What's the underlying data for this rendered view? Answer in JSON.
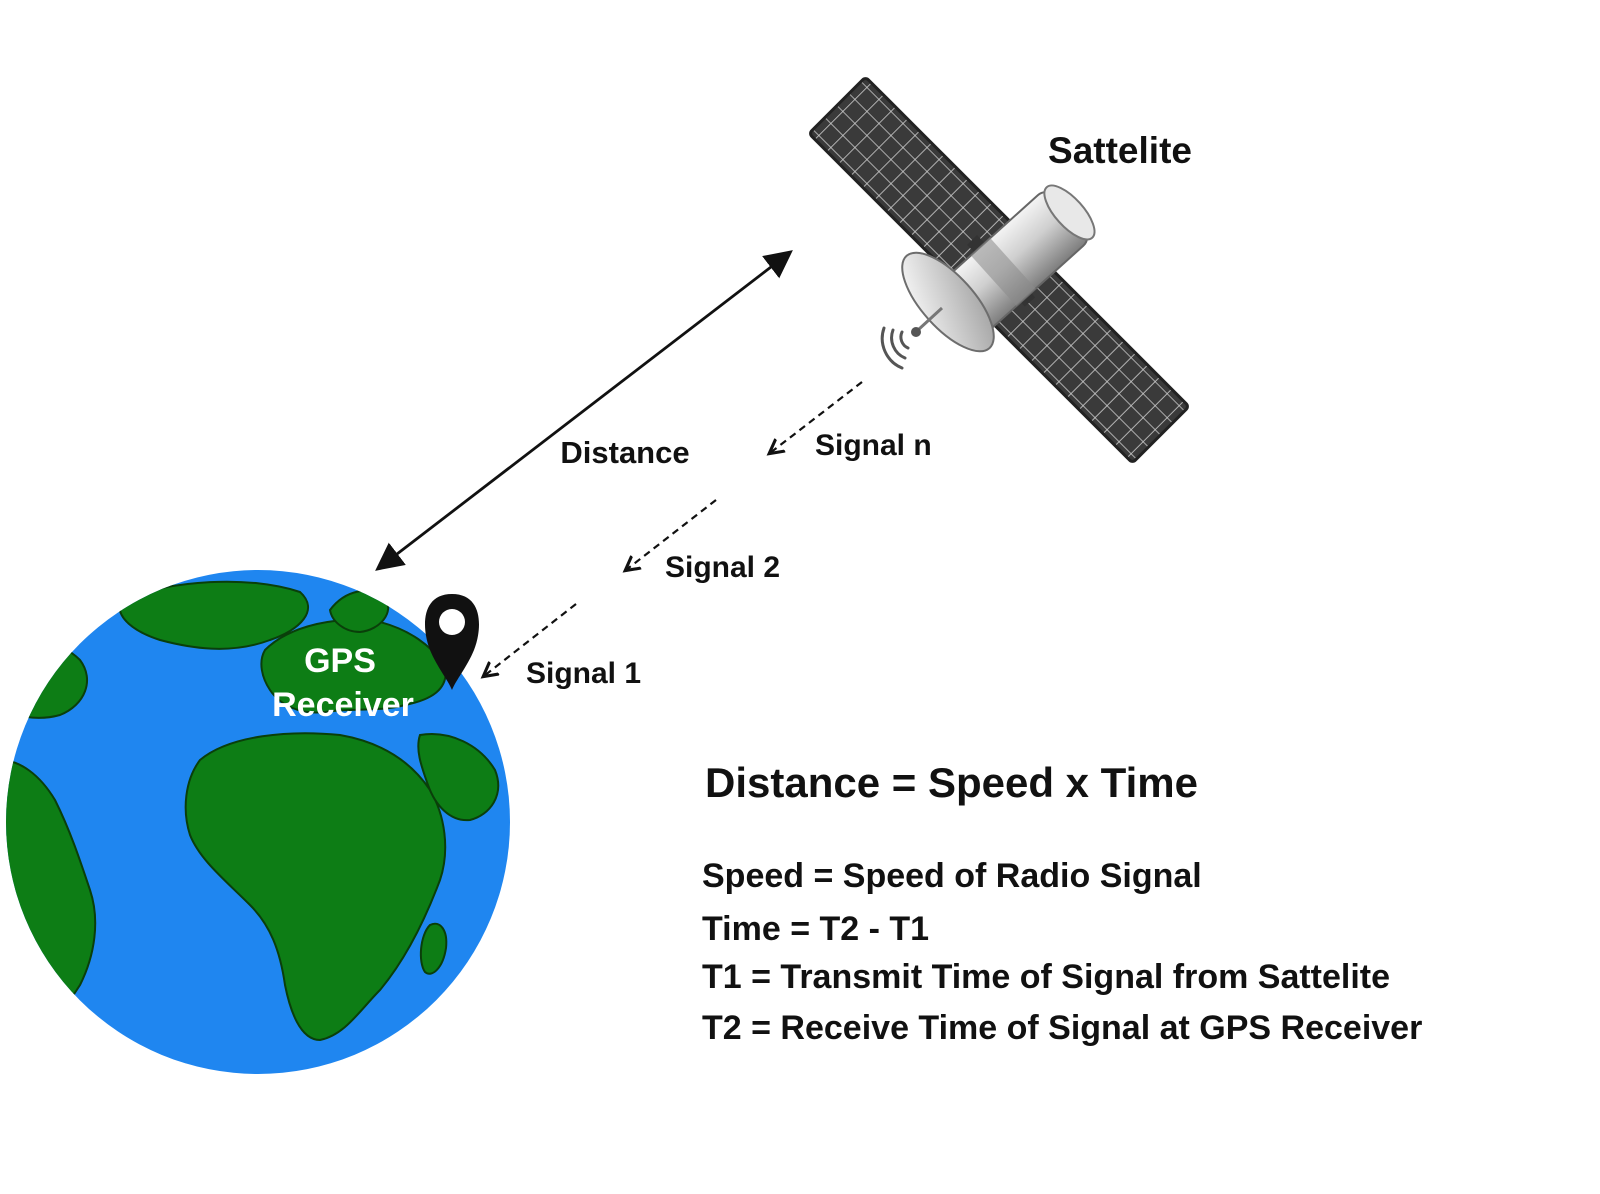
{
  "labels": {
    "satellite": "Sattelite",
    "distance": "Distance",
    "signal_n": "Signal n",
    "signal_2": "Signal 2",
    "signal_1": "Signal 1",
    "gps_line1": "GPS",
    "gps_line2": "Receiver"
  },
  "formula": {
    "main": "Distance = Speed x Time",
    "lines": [
      "Speed = Speed of Radio Signal",
      "Time = T2 - T1",
      "T1 = Transmit Time of Signal from Sattelite",
      "T2 = Receive Time of Signal at GPS Receiver"
    ]
  },
  "colors": {
    "ocean": "#1f86f0",
    "land": "#0d7d15",
    "ink": "#111111",
    "label_white": "#ffffff",
    "panel": "#3c3c3c"
  },
  "icons": [
    "satellite-icon",
    "location-pin-icon",
    "signal-waves-icon",
    "globe-icon"
  ]
}
